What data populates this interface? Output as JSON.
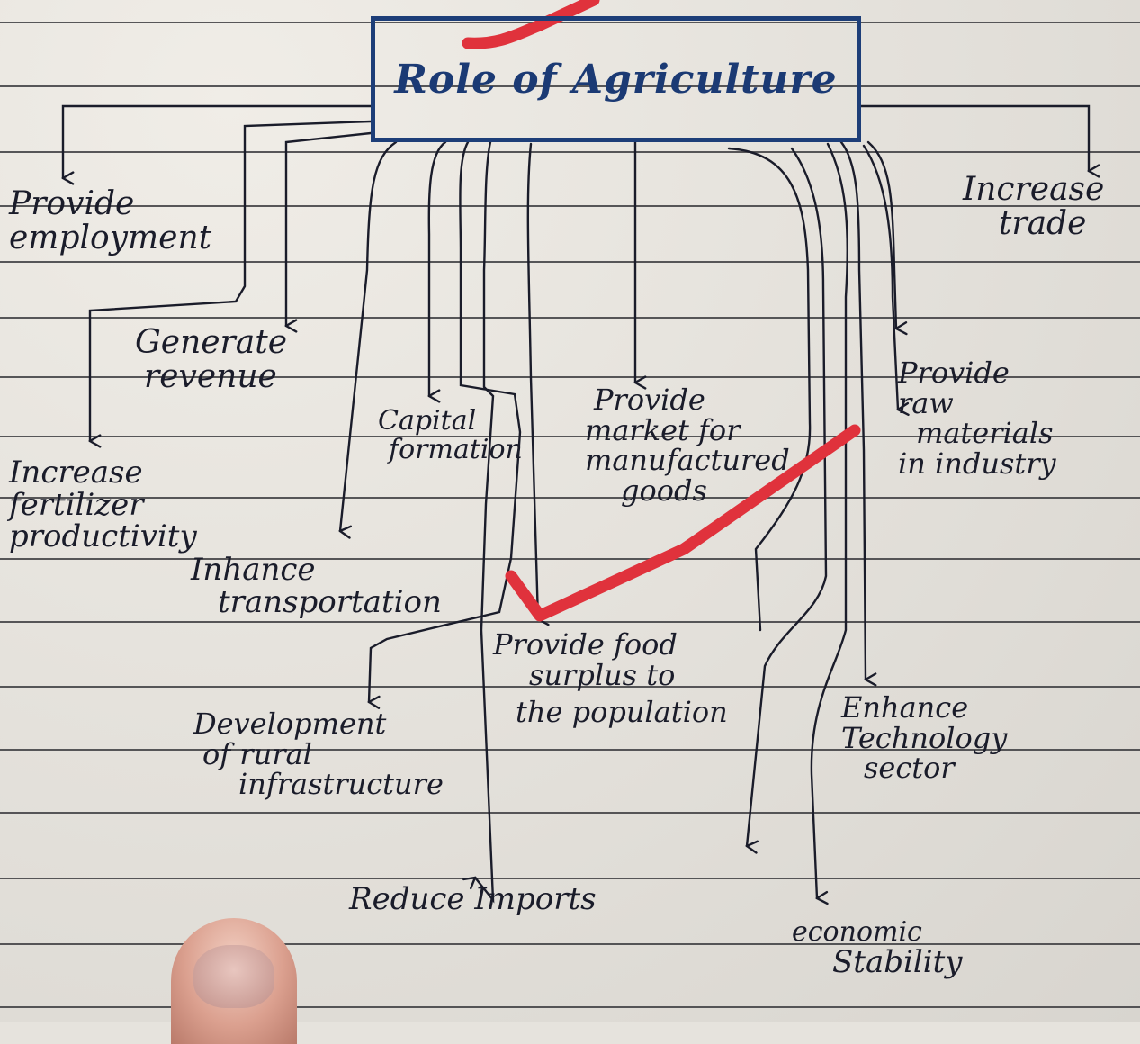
{
  "title": "Role of Agriculture",
  "nodes": [
    {
      "id": "provide-employment",
      "lines": [
        "Provide",
        "employment"
      ]
    },
    {
      "id": "increase-trade",
      "lines": [
        "Increase",
        "trade"
      ]
    },
    {
      "id": "generate-revenue",
      "lines": [
        "Generate",
        "revenue"
      ]
    },
    {
      "id": "capital-formation",
      "lines": [
        "Capital",
        "formation"
      ]
    },
    {
      "id": "provide-market",
      "lines": [
        "Provide",
        "market for",
        "manufactured",
        "goods"
      ]
    },
    {
      "id": "provide-raw-materials",
      "lines": [
        "Provide",
        "raw",
        "materials",
        "in industry"
      ]
    },
    {
      "id": "increase-fertilizer",
      "lines": [
        "Increase",
        "fertilizer",
        "productivity"
      ]
    },
    {
      "id": "enhance-transportation",
      "lines": [
        "Inhance",
        "transportation"
      ]
    },
    {
      "id": "provide-food-surplus",
      "lines": [
        "Provide food",
        "surplus to",
        "the population"
      ]
    },
    {
      "id": "development-rural-infrastructure",
      "lines": [
        "Development",
        "of rural",
        "infrastructure"
      ]
    },
    {
      "id": "enhance-technology",
      "lines": [
        "Enhance",
        "Technology",
        "sector"
      ]
    },
    {
      "id": "reduce-imports",
      "lines": [
        "Reduce Imports"
      ]
    },
    {
      "id": "economic-stability",
      "lines": [
        "economic",
        "Stability"
      ]
    }
  ],
  "colors": {
    "ink": "#1a1c2a",
    "title_ink": "#1b3a74",
    "red_marker": "#e0323c",
    "paper": "#e6e3dd",
    "ruled_line": "#3c3c40"
  }
}
